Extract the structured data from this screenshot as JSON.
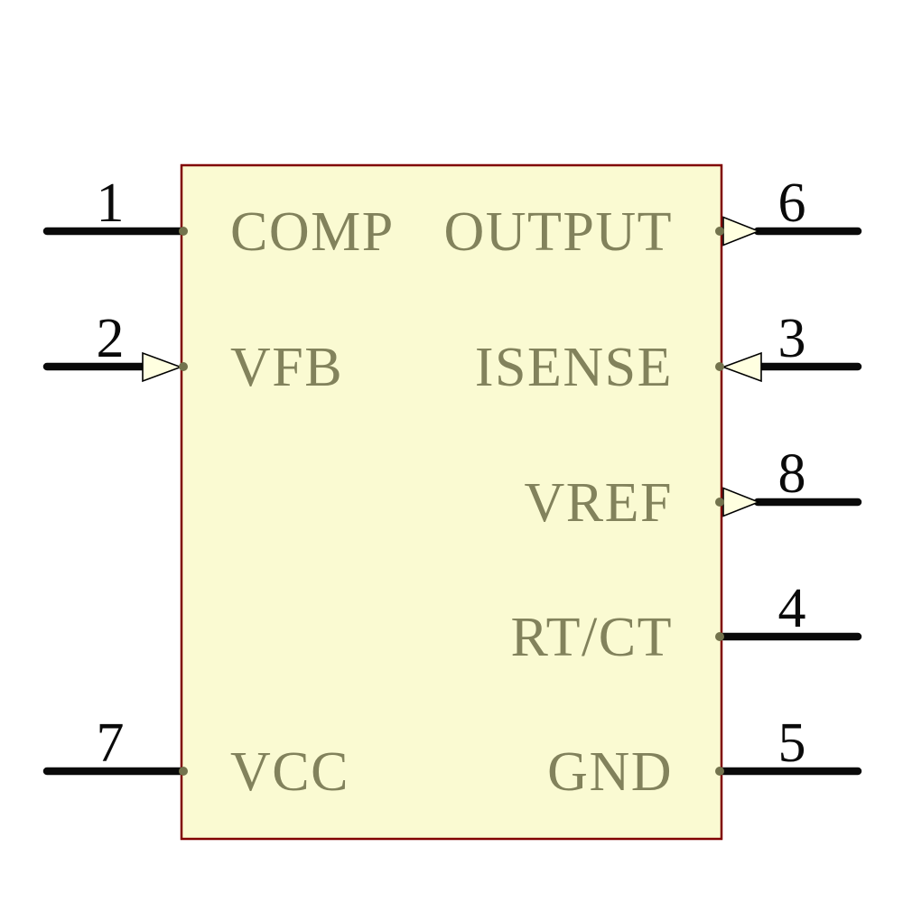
{
  "component": {
    "kind": "ic-schematic-symbol",
    "colors": {
      "body_fill": "#FAFAD2",
      "body_border": "#800000",
      "label_text": "#82825C",
      "pin_line": "#0A0A0A",
      "number_text": "#0A0A0A",
      "arrow_fill": "#FFFFE0",
      "arrow_stroke": "#000000",
      "connection_dot": "#73734D"
    },
    "pins": {
      "left": [
        {
          "number": "1",
          "name": "COMP",
          "direction": "plain"
        },
        {
          "number": "2",
          "name": "VFB",
          "direction": "input"
        },
        {
          "number": "7",
          "name": "VCC",
          "direction": "plain"
        }
      ],
      "right": [
        {
          "number": "6",
          "name": "OUTPUT",
          "direction": "output"
        },
        {
          "number": "3",
          "name": "ISENSE",
          "direction": "input"
        },
        {
          "number": "8",
          "name": "VREF",
          "direction": "output"
        },
        {
          "number": "4",
          "name": "RT/CT",
          "direction": "plain"
        },
        {
          "number": "5",
          "name": "GND",
          "direction": "plain"
        }
      ]
    }
  }
}
